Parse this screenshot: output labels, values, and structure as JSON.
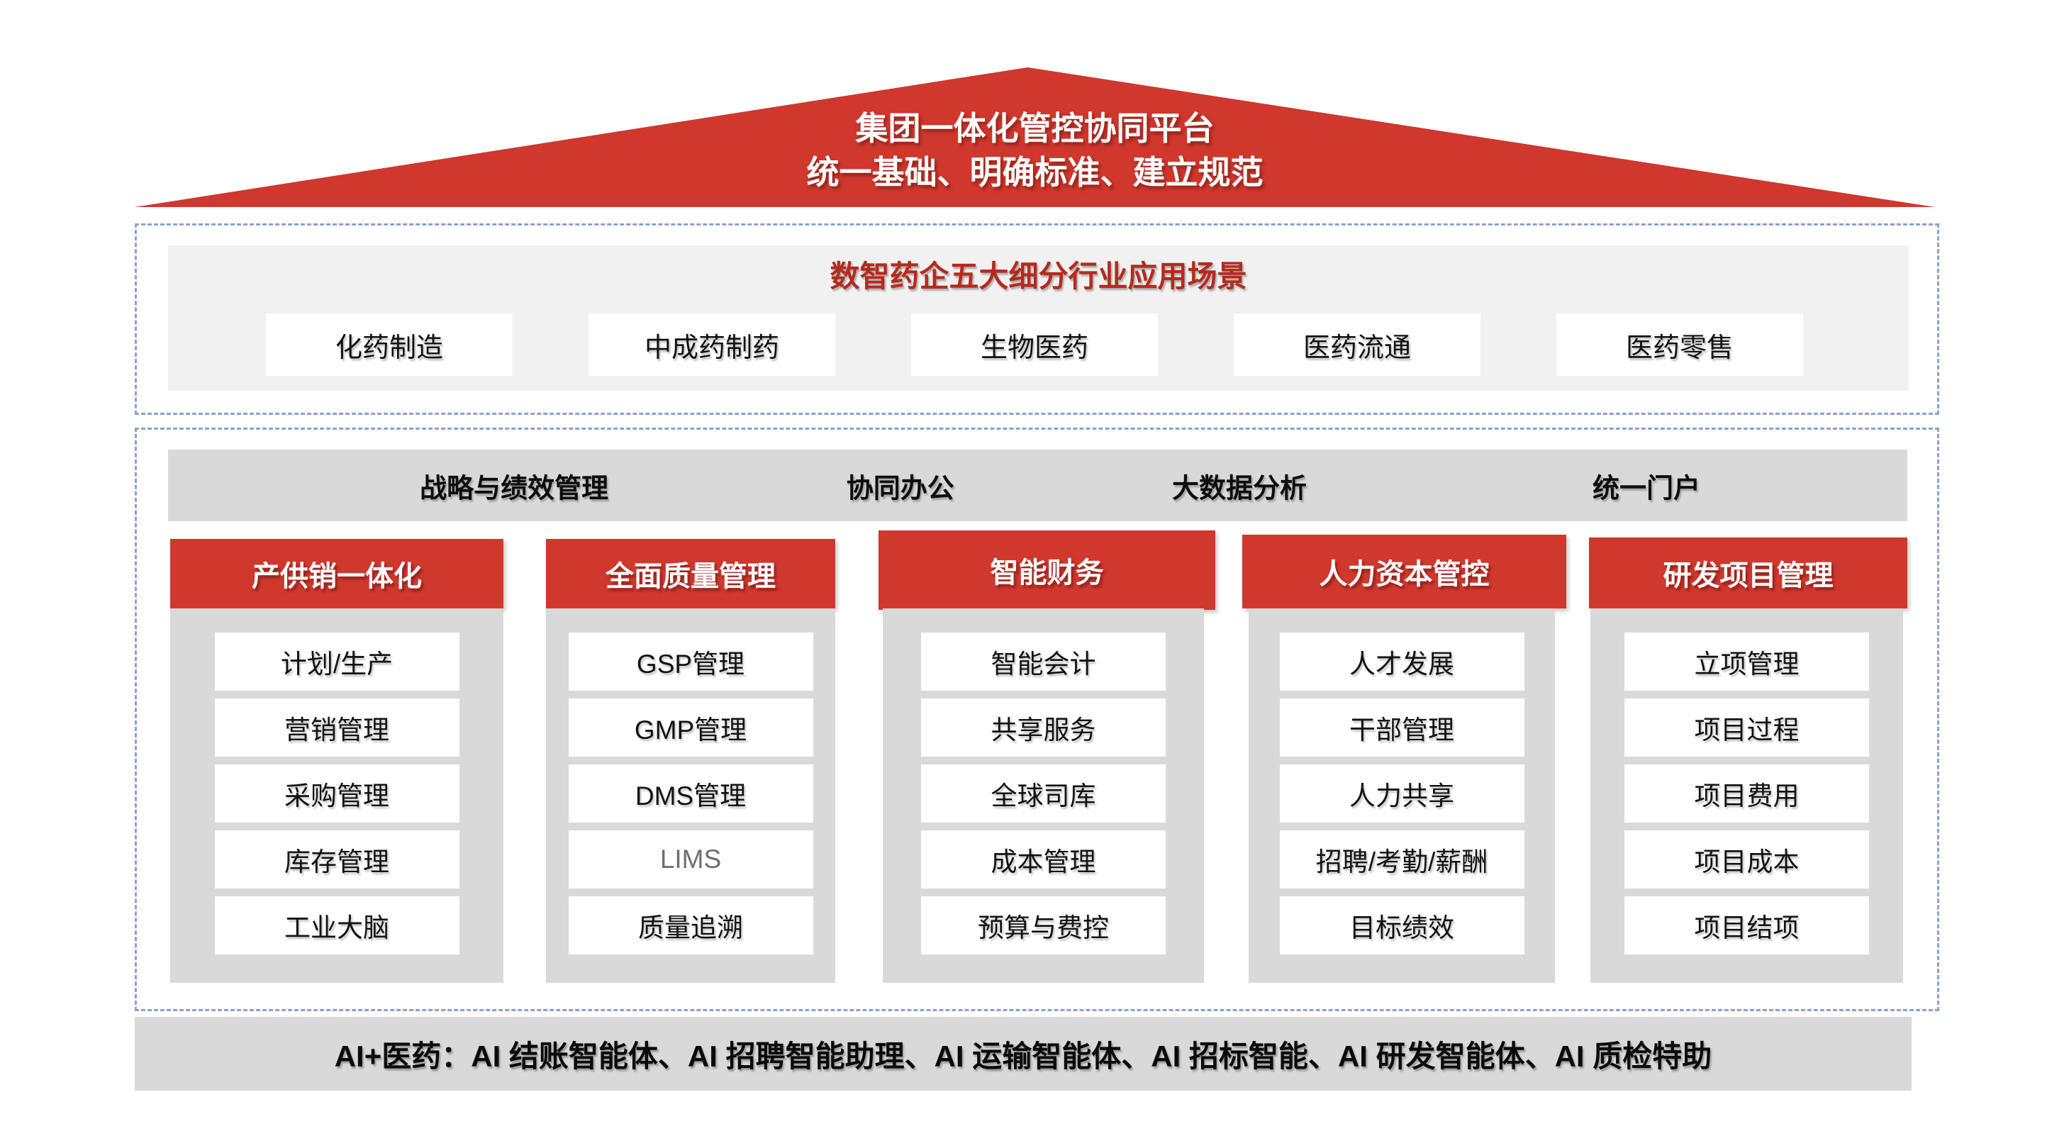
{
  "colors": {
    "accent_red": "#d0372d",
    "title_red": "#b52a1e",
    "panel_light_gray": "#f1f1f1",
    "panel_gray": "#d9d9d9",
    "dash_border_blue": "#8ba3cc",
    "muted_text_gray": "#6e6e6e"
  },
  "roof": {
    "title": "集团一体化管控协同平台",
    "subtitle": "统一基础、明确标准、建立规范"
  },
  "industry": {
    "title": "数智药企五大细分行业应用场景",
    "items": [
      "化药制造",
      "中成药制药",
      "生物医药",
      "医药流通",
      "医药零售"
    ]
  },
  "platform": {
    "capabilities": [
      "战略与绩效管理",
      "协同办公",
      "大数据分析",
      "统一门户"
    ],
    "columns": [
      {
        "header": "产供销一体化",
        "items": [
          "计划/生产",
          "营销管理",
          "采购管理",
          "库存管理",
          "工业大脑"
        ]
      },
      {
        "header": "全面质量管理",
        "items": [
          "GSP管理",
          "GMP管理",
          "DMS管理",
          "LIMS",
          "质量追溯"
        ]
      },
      {
        "header": "智能财务",
        "items": [
          "智能会计",
          "共享服务",
          "全球司库",
          "成本管理",
          "预算与费控"
        ]
      },
      {
        "header": "人力资本管控",
        "items": [
          "人才发展",
          "干部管理",
          "人力共享",
          "招聘/考勤/薪酬",
          "目标绩效"
        ]
      },
      {
        "header": "研发项目管理",
        "items": [
          "立项管理",
          "项目过程",
          "项目费用",
          "项目成本",
          "项目结项"
        ]
      }
    ]
  },
  "ai_bar": "AI+医药：AI 结账智能体、AI 招聘智能助理、AI 运输智能体、AI 招标智能、AI 研发智能体、AI 质检特助"
}
